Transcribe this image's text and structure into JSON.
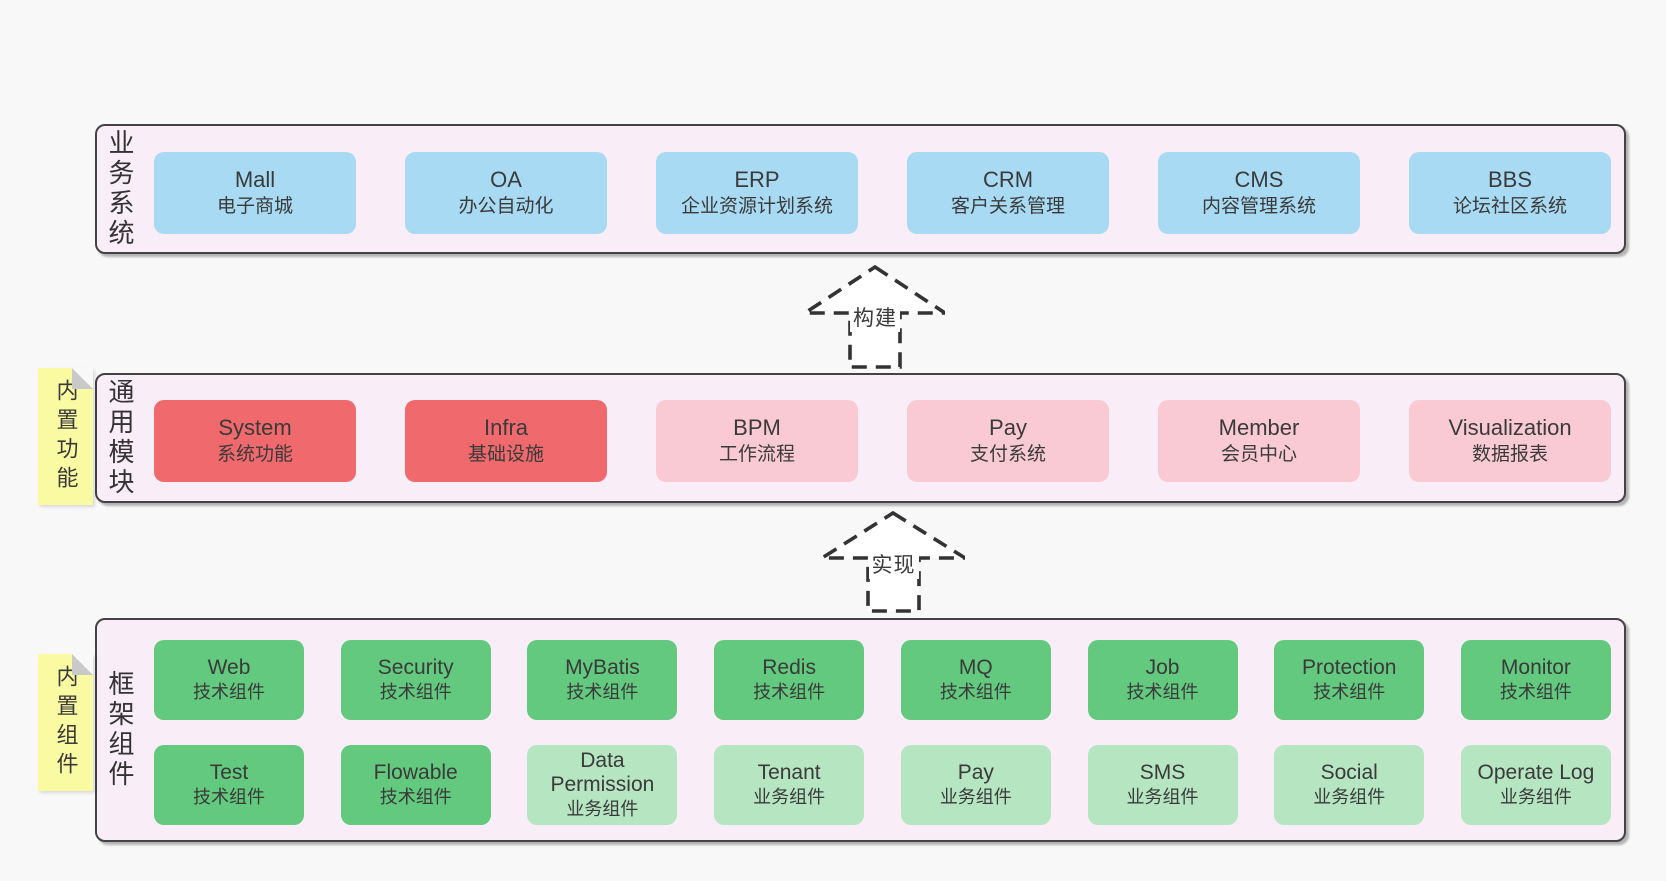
{
  "colors": {
    "page_bg": "#f8f8f8",
    "band_bg": "#f9eef7",
    "band_border": "#434343",
    "blue_box": "#a8dbf3",
    "red_box": "#f0696d",
    "pink_box": "#f9cad4",
    "green_box": "#62c97e",
    "light_green_box": "#b6e5c2",
    "sticky_yellow": "#fafaa3",
    "text": "#3a3a3a"
  },
  "arrows": [
    {
      "label": "构建"
    },
    {
      "label": "实现"
    }
  ],
  "bands": [
    {
      "label": "业务系统",
      "boxes": [
        {
          "name": "Mall",
          "desc": "电子商城",
          "variant": "blue"
        },
        {
          "name": "OA",
          "desc": "办公自动化",
          "variant": "blue"
        },
        {
          "name": "ERP",
          "desc": "企业资源计划系统",
          "variant": "blue"
        },
        {
          "name": "CRM",
          "desc": "客户关系管理",
          "variant": "blue"
        },
        {
          "name": "CMS",
          "desc": "内容管理系统",
          "variant": "blue"
        },
        {
          "name": "BBS",
          "desc": "论坛社区系统",
          "variant": "blue"
        }
      ]
    },
    {
      "label": "通用模块",
      "sticky_note": "内置功能",
      "boxes": [
        {
          "name": "System",
          "desc": "系统功能",
          "variant": "red"
        },
        {
          "name": "Infra",
          "desc": "基础设施",
          "variant": "red"
        },
        {
          "name": "BPM",
          "desc": "工作流程",
          "variant": "pink"
        },
        {
          "name": "Pay",
          "desc": "支付系统",
          "variant": "pink"
        },
        {
          "name": "Member",
          "desc": "会员中心",
          "variant": "pink"
        },
        {
          "name": "Visualization",
          "desc": "数据报表",
          "variant": "pink"
        }
      ]
    },
    {
      "label": "框架组件",
      "sticky_note": "内置组件",
      "rows": [
        [
          {
            "name": "Web",
            "desc": "技术组件",
            "variant": "green"
          },
          {
            "name": "Security",
            "desc": "技术组件",
            "variant": "green"
          },
          {
            "name": "MyBatis",
            "desc": "技术组件",
            "variant": "green"
          },
          {
            "name": "Redis",
            "desc": "技术组件",
            "variant": "green"
          },
          {
            "name": "MQ",
            "desc": "技术组件",
            "variant": "green"
          },
          {
            "name": "Job",
            "desc": "技术组件",
            "variant": "green"
          },
          {
            "name": "Protection",
            "desc": "技术组件",
            "variant": "green"
          },
          {
            "name": "Monitor",
            "desc": "技术组件",
            "variant": "green"
          }
        ],
        [
          {
            "name": "Test",
            "desc": "技术组件",
            "variant": "green"
          },
          {
            "name": "Flowable",
            "desc": "技术组件",
            "variant": "green"
          },
          {
            "name": "Data Permission",
            "desc": "业务组件",
            "variant": "light-green"
          },
          {
            "name": "Tenant",
            "desc": "业务组件",
            "variant": "light-green"
          },
          {
            "name": "Pay",
            "desc": "业务组件",
            "variant": "light-green"
          },
          {
            "name": "SMS",
            "desc": "业务组件",
            "variant": "light-green"
          },
          {
            "name": "Social",
            "desc": "业务组件",
            "variant": "light-green"
          },
          {
            "name": "Operate Log",
            "desc": "业务组件",
            "variant": "light-green"
          }
        ]
      ]
    }
  ]
}
